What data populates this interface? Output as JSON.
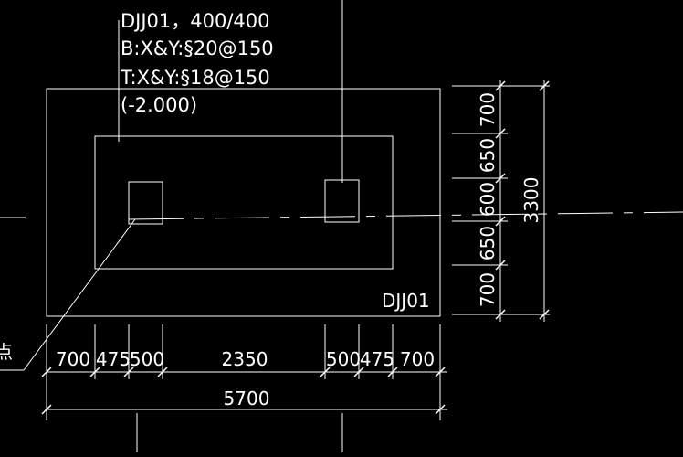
{
  "annotation": {
    "line1": "DJJ01，400/400",
    "line2": "B:X&Y:§20@150",
    "line3": "T:X&Y:§18@150",
    "line4": "(-2.000)"
  },
  "tag": "DJJ01",
  "left_char": "点",
  "dims": {
    "bottom_parts": [
      "700",
      "475",
      "500",
      "2350",
      "500",
      "475",
      "700"
    ],
    "bottom_total": "5700",
    "right_parts": [
      "700",
      "650",
      "600",
      "650",
      "700"
    ],
    "right_total": "3300"
  },
  "colors": {
    "background": "#000000",
    "lines": "#ffffff",
    "text": "#ffffff"
  }
}
